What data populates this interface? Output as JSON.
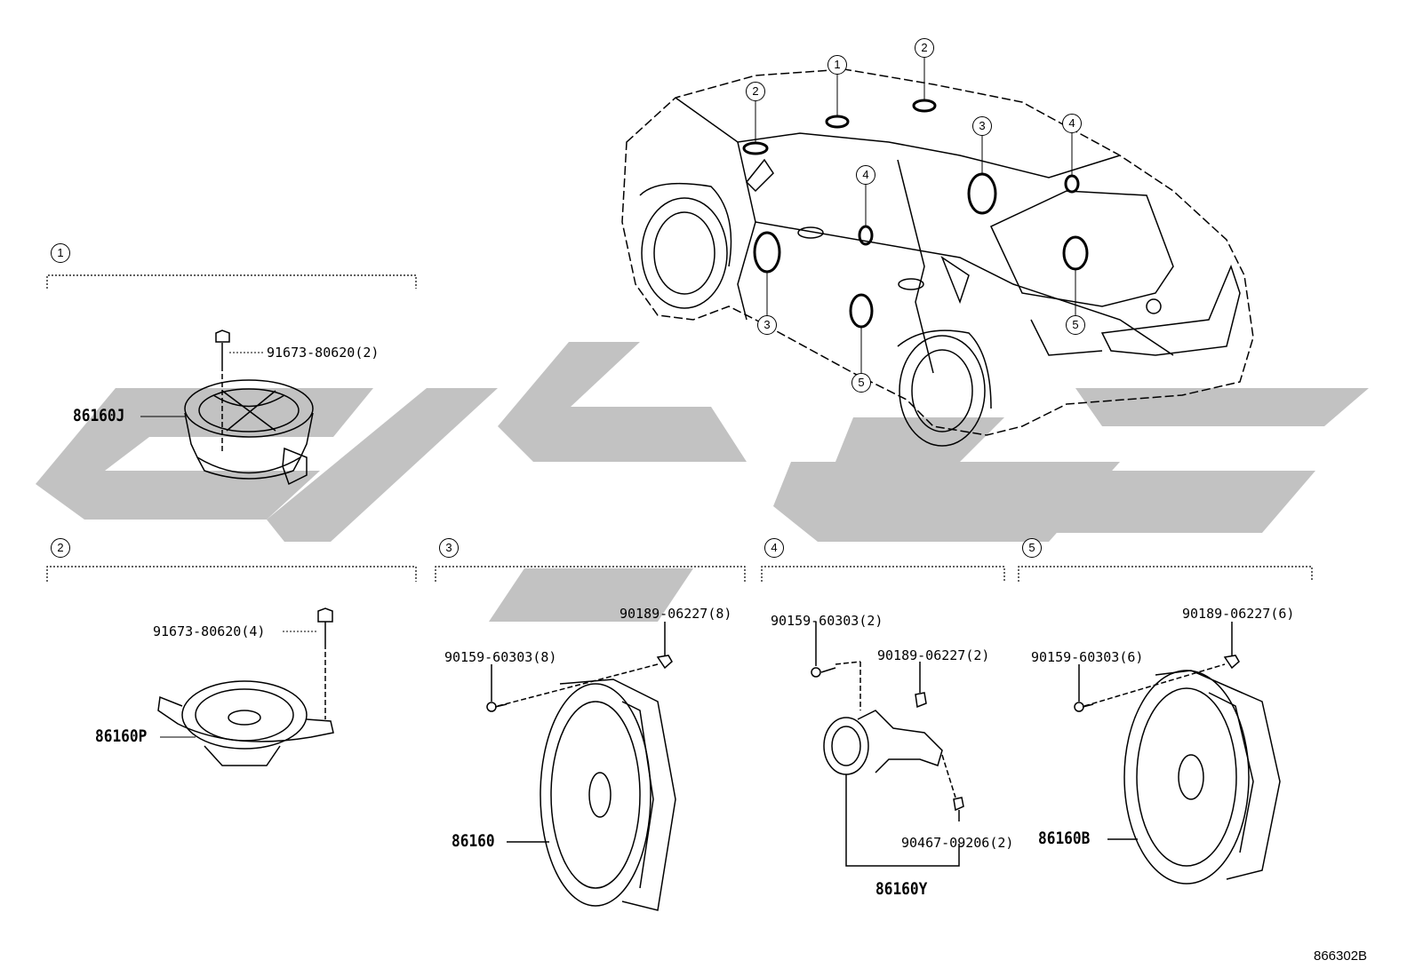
{
  "diagram": {
    "sections": [
      {
        "number": "1",
        "parts": [
          {
            "label": "91673-80620(2)"
          },
          {
            "label": "86160J"
          }
        ]
      },
      {
        "number": "2",
        "parts": [
          {
            "label": "91673-80620(4)"
          },
          {
            "label": "86160P"
          }
        ]
      },
      {
        "number": "3",
        "parts": [
          {
            "label": "90189-06227(8)"
          },
          {
            "label": "90159-60303(8)"
          },
          {
            "label": "86160"
          }
        ]
      },
      {
        "number": "4",
        "parts": [
          {
            "label": "90159-60303(2)"
          },
          {
            "label": "90189-06227(2)"
          },
          {
            "label": "90467-09206(2)"
          },
          {
            "label": "86160Y"
          }
        ]
      },
      {
        "number": "5",
        "parts": [
          {
            "label": "90189-06227(6)"
          },
          {
            "label": "90159-60303(6)"
          },
          {
            "label": "86160B"
          }
        ]
      }
    ],
    "vehicle_callouts": [
      "1",
      "2",
      "2",
      "3",
      "3",
      "4",
      "4",
      "5",
      "5"
    ],
    "diagram_code": "866302B",
    "colors": {
      "line": "#000000",
      "watermark": "#c2c2c2"
    }
  }
}
